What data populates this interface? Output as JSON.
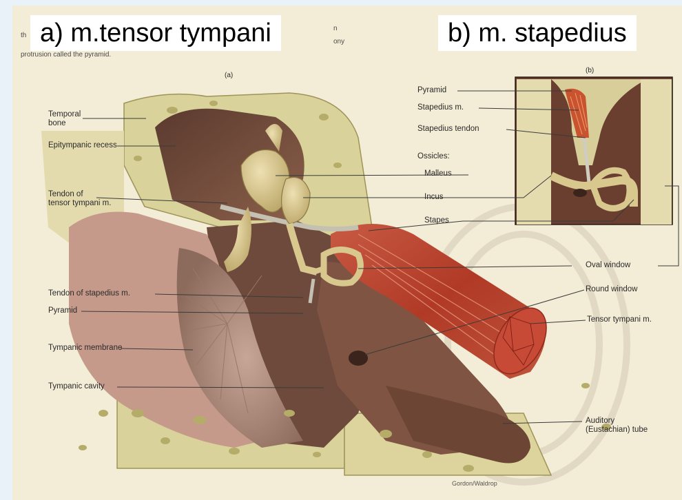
{
  "titles": {
    "a": "a) m.tensor tympani",
    "b": "b) m. stapedius"
  },
  "caption_fragments": {
    "left_top": "th",
    "left_bottom": "protrusion called the pyramid.",
    "mid_top": "n",
    "mid_bottom": "ony"
  },
  "panel_labels": {
    "a": "(a)",
    "b": "(b)"
  },
  "labels_left": {
    "temporal_bone": "Temporal\nbone",
    "epitympanic_recess": "Epitympanic recess",
    "tendon_tensor": "Tendon of\ntensor tympani m.",
    "tendon_stapedius": "Tendon of stapedius m.",
    "pyramid": "Pyramid",
    "tympanic_membrane": "Tympanic  membrane",
    "tympanic_cavity": "Tympanic  cavity"
  },
  "labels_center": {
    "pyramid": "Pyramid",
    "stapedius_m": "Stapedius m.",
    "stapedius_tendon": "Stapedius tendon",
    "ossicles": "Ossicles:",
    "malleus": "Malleus",
    "incus": "Incus",
    "stapes": "Stapes"
  },
  "labels_right": {
    "oval_window": "Oval  window",
    "round_window": "Round window",
    "tensor_tympani": "Tensor tympani m.",
    "auditory_tube": "Auditory\n(Eustachian) tube"
  },
  "credit": "Gordon/Waldrop",
  "colors": {
    "page_bg": "#e8f2f8",
    "paper": "#f3ecd6",
    "bone": "#d9d29a",
    "bone_pore": "#b5ac6a",
    "cavity_dark": "#6e4a3c",
    "cavity_mid": "#8a5e4b",
    "membrane": "#b58e80",
    "ossicle": "#d8c88e",
    "muscle_red": "#b5402c",
    "muscle_light": "#d2705a",
    "leader_line": "#3a3a3a"
  }
}
